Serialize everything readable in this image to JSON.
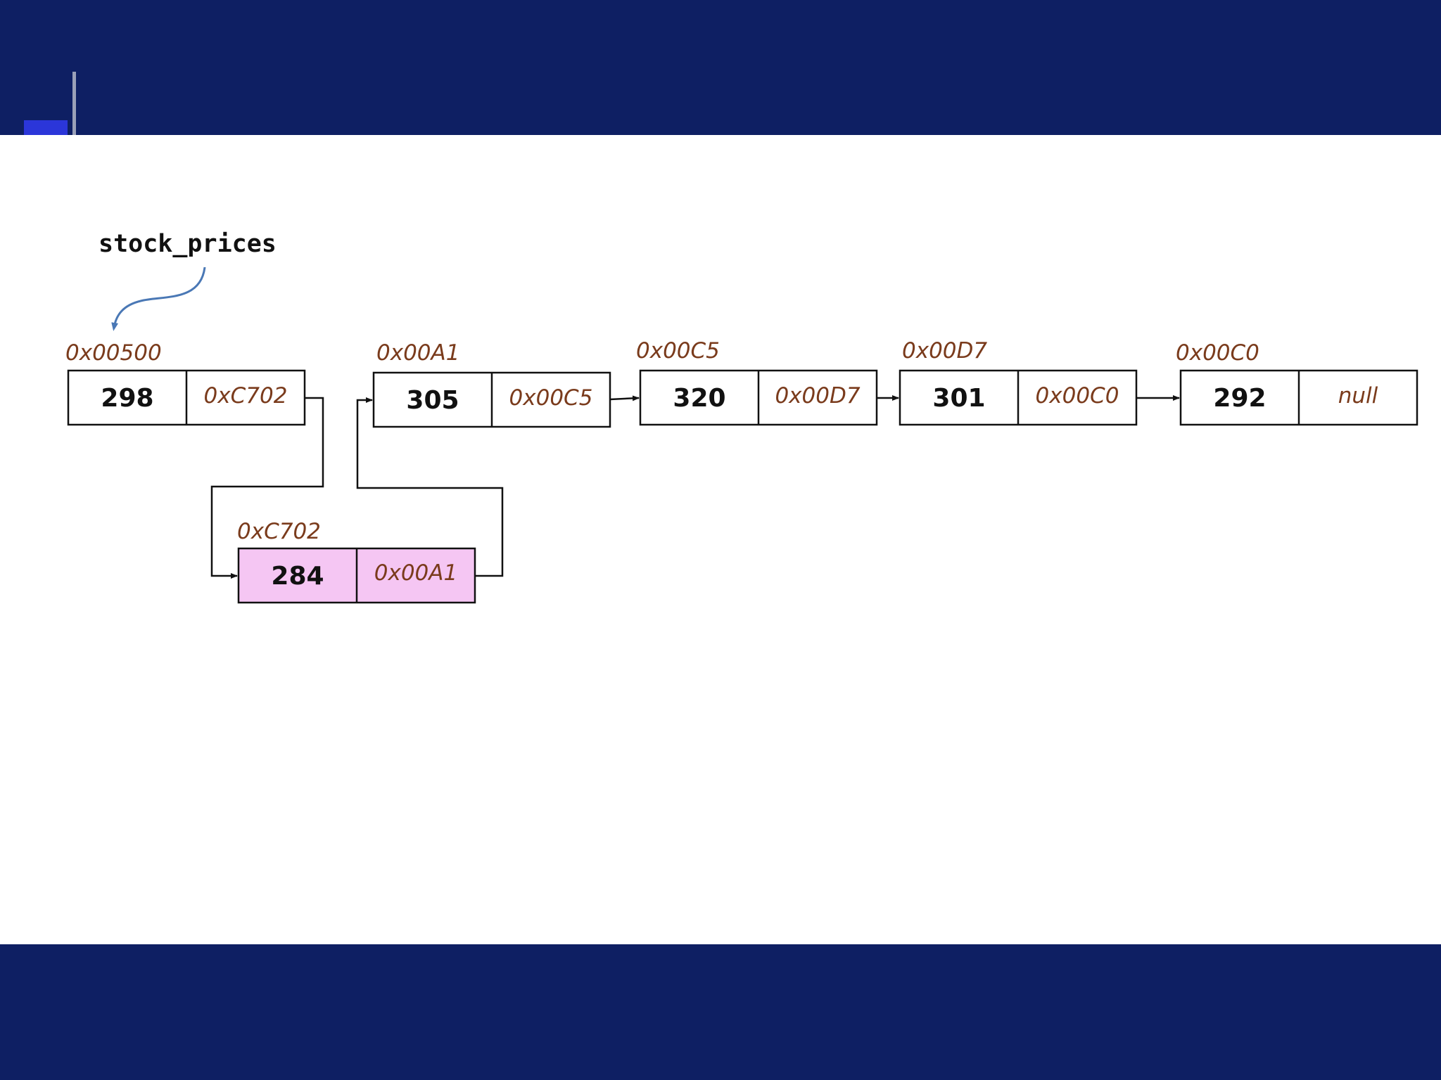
{
  "variable": {
    "name": "stock_prices",
    "arrow_color": "#4a78b5"
  },
  "nodes": [
    {
      "id": "n1",
      "address": "0x00500",
      "value": "298",
      "next": "0xC702",
      "fill": "#ffffff"
    },
    {
      "id": "n2",
      "address": "0x00A1",
      "value": "305",
      "next": "0x00C5",
      "fill": "#ffffff"
    },
    {
      "id": "n3",
      "address": "0x00C5",
      "value": "320",
      "next": "0x00D7",
      "fill": "#ffffff"
    },
    {
      "id": "n4",
      "address": "0x00D7",
      "value": "301",
      "next": "0x00C0",
      "fill": "#ffffff"
    },
    {
      "id": "n5",
      "address": "0x00C0",
      "value": "292",
      "next": "null",
      "fill": "#ffffff"
    },
    {
      "id": "n6",
      "address": "0xC702",
      "value": "284",
      "next": "0x00A1",
      "fill": "#f5c6f3"
    }
  ],
  "colors": {
    "band": "#0e1f63",
    "accent": "#2b36d9",
    "address_text": "#7a3b1c",
    "border": "#111111"
  }
}
